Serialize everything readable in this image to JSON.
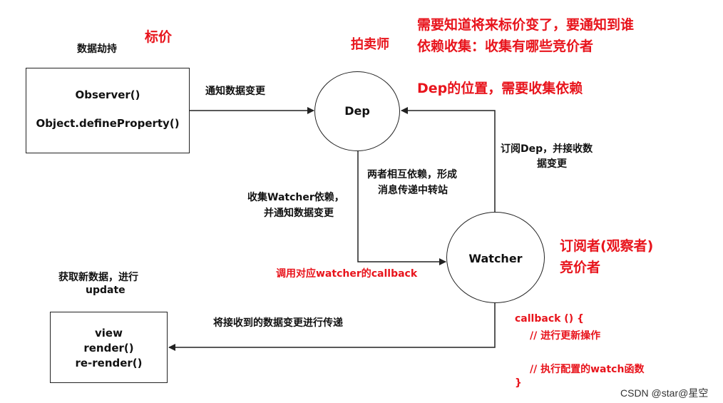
{
  "labels": {
    "data_hijack": "数据劫持",
    "price_tag": "标价",
    "auctioneer": "拍卖师",
    "top_red_line1": "需要知道将来标价变了，要通知到谁",
    "top_red_line2": "依赖收集：收集有哪些竞价者",
    "dep_position": "Dep的位置，需要收集依赖",
    "notify_data_change": "通知数据变更",
    "subscribe_dep_line1": "订阅Dep，并接收数",
    "subscribe_dep_line2": "据变更",
    "mutual_line1": "两者相互依赖，形成",
    "mutual_line2": "消息传递中转站",
    "collect_line1": "收集Watcher依赖，",
    "collect_line2": "并通知数据变更",
    "call_callback": "调用对应watcher的callback",
    "subscriber_line1": "订阅者(观察者)",
    "subscriber_line2": "竞价者",
    "get_data_line1": "获取新数据，进行",
    "get_data_line2": "update",
    "pass_changes": "将接收到的数据变更进行传递",
    "code_line1": "callback () {",
    "code_line2": "// 进行更新操作",
    "code_line3": "// 执行配置的watch函数",
    "code_line4": "}",
    "watermark": "CSDN @star@星空"
  },
  "nodes": {
    "observer_line1": "Observer()",
    "observer_line2": "Object.defineProperty()",
    "dep": "Dep",
    "watcher": "Watcher",
    "view_line1": "view",
    "view_line2": "render()",
    "view_line3": "re-render()"
  },
  "colors": {
    "annotation_red": "#e8141c",
    "line": "#222222",
    "text": "#111111"
  }
}
